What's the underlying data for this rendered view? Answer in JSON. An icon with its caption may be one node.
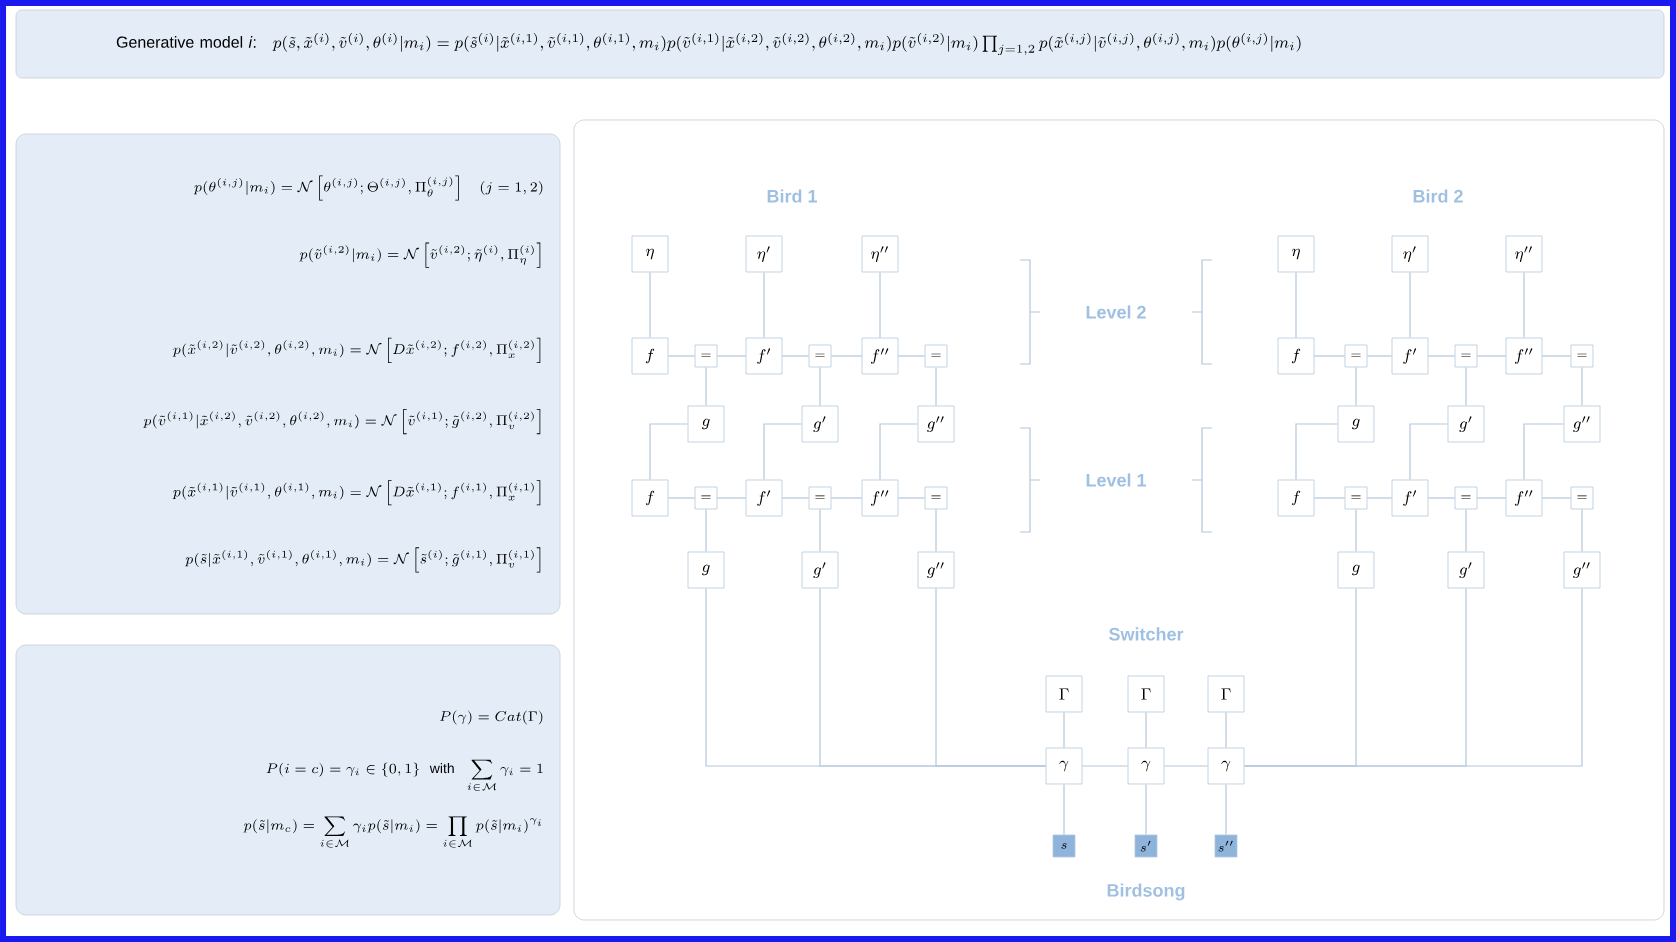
{
  "diagram": {
    "nodes": [
      {
        "text": [
          "Generative model *i*:",
          "p(\\tilde{s},\\tilde{x}^{(i)},\\tilde{v}^{(i)},\\theta^{(i)}|m_i)=p(\\tilde{s}^{(i)}|\\tilde{x}^{(i,1)},\\tilde{v}^{(i,1)},\\theta^{(i,1)},m_i)p(\\tilde{v}^{(i,1)}|\\tilde{x}^{(i,2)},\\tilde{v}^{(i,2)},\\theta^{(i,2)},m_i)p(\\tilde{v}^{(i,2)}|m_i)\\prod_{j=1,2}p(\\tilde{x}^{(i,j)}|\\tilde{v}^{(i,j)},\\theta^{(i,j)},m_i)p(\\theta^{(i,j)}|m_i)"
        ]
      },
      {
        "text": [
          "p(\\theta^{(i,j)}|m_i)=\\mathcal{N}\\left[\\theta^{(i,j)};\\Theta^{(i,j)},\\Pi_\\theta^{(i,j)}\\right]\\quad(j=1,2)",
          "p(\\tilde{v}^{(i,2)}|m_i)=\\mathcal{N}\\left[\\tilde{v}^{(i,2)};\\tilde{\\eta}^{(i)},\\Pi_\\eta^{(i)}\\right]",
          "p(\\tilde{x}^{(i,2)}|\\tilde{v}^{(i,2)},\\theta^{(i,2)},m_i)=\\mathcal{N}\\left[D\\tilde{x}^{(i,2)};f^{(i,2)},\\Pi_x^{(i,2)}\\right]",
          "p(\\tilde{v}^{(i,1)}|\\tilde{x}^{(i,2)},\\tilde{v}^{(i,2)},\\theta^{(i,2)},m_i)=\\mathcal{N}\\left[\\tilde{v}^{(i,1)};\\tilde{g}^{(i,2)},\\Pi_v^{(i,2)}\\right]",
          "p(\\tilde{x}^{(i,1)}|\\tilde{v}^{(i,1)},\\theta^{(i,1)},m_i)=\\mathcal{N}\\left[D\\tilde{x}^{(i,1)};f^{(i,1)},\\Pi_x^{(i,1)}\\right]",
          "p(\\tilde{s}|\\tilde{x}^{(i,1)},\\tilde{v}^{(i,1)},\\theta^{(i,1)},m_i)=\\mathcal{N}\\left[\\tilde{s}^{(i)};\\tilde{g}^{(i,1)},\\Pi_v^{(i,1)}\\right]"
        ]
      },
      {
        "text": [
          "P(\\gamma)=Cat(\\Gamma)",
          "P(i=c)=\\gamma_i\\in\\{0,1\\}\\ \\text{ with }\\ \\sum_{i\\in\\mathcal{M}}\\gamma_i=1",
          "p(\\tilde{s}|m_c)=\\sum_{i\\in\\mathcal{M}}\\gamma_i p(\\tilde{s}|m_i)=\\prod_{i\\in\\mathcal{M}}p(\\tilde{s}|m_i)^{\\gamma_i}"
        ]
      },
      {
        "text": [],
        "shape": "box"
      },
      {
        "text": [
          "\\eta"
        ],
        "in": 3
      },
      {
        "text": [
          "\\eta'"
        ],
        "in": 3
      },
      {
        "text": [
          "\\eta''"
        ],
        "in": 3
      },
      {
        "text": [
          "f"
        ],
        "in": 3
      },
      {
        "text": [
          "="
        ],
        "in": 3
      },
      {
        "text": [
          "f'"
        ],
        "in": 3
      },
      {
        "text": [
          "="
        ],
        "in": 3
      },
      {
        "text": [
          "f''"
        ],
        "in": 3
      },
      {
        "text": [
          "="
        ],
        "in": 3
      },
      {
        "text": [
          "g"
        ],
        "in": 3
      },
      {
        "text": [
          "g'"
        ],
        "in": 3
      },
      {
        "text": [
          "g''"
        ],
        "in": 3
      },
      {
        "text": [
          "f"
        ],
        "in": 3
      },
      {
        "text": [
          "="
        ],
        "in": 3
      },
      {
        "text": [
          "f'"
        ],
        "in": 3
      },
      {
        "text": [
          "="
        ],
        "in": 3
      },
      {
        "text": [
          "f''"
        ],
        "in": 3
      },
      {
        "text": [
          "="
        ],
        "in": 3
      },
      {
        "text": [
          "g"
        ],
        "in": 3
      },
      {
        "text": [
          "g'"
        ],
        "in": 3
      },
      {
        "text": [
          "g''"
        ],
        "in": 3
      },
      {
        "text": [
          "\\eta"
        ],
        "in": 3
      },
      {
        "text": [
          "\\eta'"
        ],
        "in": 3
      },
      {
        "text": [
          "\\eta''"
        ],
        "in": 3
      },
      {
        "text": [
          "f"
        ],
        "in": 3
      },
      {
        "text": [
          "="
        ],
        "in": 3
      },
      {
        "text": [
          "f'"
        ],
        "in": 3
      },
      {
        "text": [
          "="
        ],
        "in": 3
      },
      {
        "text": [
          "f''"
        ],
        "in": 3
      },
      {
        "text": [
          "="
        ],
        "in": 3
      },
      {
        "text": [
          "g"
        ],
        "in": 3
      },
      {
        "text": [
          "g'"
        ],
        "in": 3
      },
      {
        "text": [
          "g''"
        ],
        "in": 3
      },
      {
        "text": [
          "f"
        ],
        "in": 3
      },
      {
        "text": [
          "="
        ],
        "in": 3
      },
      {
        "text": [
          "f'"
        ],
        "in": 3
      },
      {
        "text": [
          "="
        ],
        "in": 3
      },
      {
        "text": [
          "f''"
        ],
        "in": 3
      },
      {
        "text": [
          "="
        ],
        "in": 3
      },
      {
        "text": [
          "g"
        ],
        "in": 3
      },
      {
        "text": [
          "g'"
        ],
        "in": 3
      },
      {
        "text": [
          "g''"
        ],
        "in": 3
      },
      {
        "text": [
          "\\Gamma"
        ],
        "in": 3
      },
      {
        "text": [
          "\\Gamma"
        ],
        "in": 3
      },
      {
        "text": [
          "\\Gamma"
        ],
        "in": 3
      },
      {
        "text": [
          "\\gamma"
        ],
        "in": 3
      },
      {
        "text": [
          "\\gamma"
        ],
        "in": 3
      },
      {
        "text": [
          "\\gamma"
        ],
        "in": 3
      },
      {
        "text": [
          "s"
        ],
        "in": 3
      },
      {
        "text": [
          "s'"
        ],
        "in": 3
      },
      {
        "text": [
          "s''"
        ],
        "in": 3
      }
    ],
    "edges": [
      {
        "from": 4,
        "to": 7,
        "arrow": "none"
      },
      {
        "from": 5,
        "to": 9,
        "arrow": "none"
      },
      {
        "from": 6,
        "to": 11,
        "arrow": "none"
      },
      {
        "from": 7,
        "to": 8,
        "arrow": "none"
      },
      {
        "from": 8,
        "to": 9,
        "arrow": "none"
      },
      {
        "from": 9,
        "to": 10,
        "arrow": "none"
      },
      {
        "from": 10,
        "to": 11,
        "arrow": "none"
      },
      {
        "from": 11,
        "to": 12,
        "arrow": "none"
      },
      {
        "from": 8,
        "to": 13,
        "arrow": "none"
      },
      {
        "from": 10,
        "to": 14,
        "arrow": "none"
      },
      {
        "from": 12,
        "to": 15,
        "arrow": "none"
      },
      {
        "from": 13,
        "to": 16,
        "arrow": "none"
      },
      {
        "from": 14,
        "to": 18,
        "arrow": "none"
      },
      {
        "from": 15,
        "to": 20,
        "arrow": "none"
      },
      {
        "from": 16,
        "to": 17,
        "arrow": "none"
      },
      {
        "from": 17,
        "to": 18,
        "arrow": "none"
      },
      {
        "from": 18,
        "to": 19,
        "arrow": "none"
      },
      {
        "from": 19,
        "to": 20,
        "arrow": "none"
      },
      {
        "from": 20,
        "to": 21,
        "arrow": "none"
      },
      {
        "from": 17,
        "to": 22,
        "arrow": "none"
      },
      {
        "from": 19,
        "to": 23,
        "arrow": "none"
      },
      {
        "from": 21,
        "to": 24,
        "arrow": "none"
      },
      {
        "from": 22,
        "to": 49,
        "arrow": "none"
      },
      {
        "from": 23,
        "to": 49,
        "arrow": "none"
      },
      {
        "from": 24,
        "to": 49,
        "arrow": "none"
      },
      {
        "from": 25,
        "to": 28,
        "arrow": "none"
      },
      {
        "from": 26,
        "to": 30,
        "arrow": "none"
      },
      {
        "from": 27,
        "to": 32,
        "arrow": "none"
      },
      {
        "from": 28,
        "to": 29,
        "arrow": "none"
      },
      {
        "from": 29,
        "to": 30,
        "arrow": "none"
      },
      {
        "from": 30,
        "to": 31,
        "arrow": "none"
      },
      {
        "from": 31,
        "to": 32,
        "arrow": "none"
      },
      {
        "from": 32,
        "to": 33,
        "arrow": "none"
      },
      {
        "from": 29,
        "to": 34,
        "arrow": "none"
      },
      {
        "from": 31,
        "to": 35,
        "arrow": "none"
      },
      {
        "from": 33,
        "to": 36,
        "arrow": "none"
      },
      {
        "from": 34,
        "to": 37,
        "arrow": "none"
      },
      {
        "from": 35,
        "to": 39,
        "arrow": "none"
      },
      {
        "from": 36,
        "to": 41,
        "arrow": "none"
      },
      {
        "from": 37,
        "to": 38,
        "arrow": "none"
      },
      {
        "from": 38,
        "to": 39,
        "arrow": "none"
      },
      {
        "from": 39,
        "to": 40,
        "arrow": "none"
      },
      {
        "from": 40,
        "to": 41,
        "arrow": "none"
      },
      {
        "from": 41,
        "to": 42,
        "arrow": "none"
      },
      {
        "from": 38,
        "to": 43,
        "arrow": "none"
      },
      {
        "from": 40,
        "to": 44,
        "arrow": "none"
      },
      {
        "from": 42,
        "to": 45,
        "arrow": "none"
      },
      {
        "from": 43,
        "to": 51,
        "arrow": "none"
      },
      {
        "from": 44,
        "to": 51,
        "arrow": "none"
      },
      {
        "from": 45,
        "to": 51,
        "arrow": "none"
      },
      {
        "from": 46,
        "to": 49,
        "arrow": "none"
      },
      {
        "from": 47,
        "to": 50,
        "arrow": "none"
      },
      {
        "from": 48,
        "to": 51,
        "arrow": "none"
      },
      {
        "from": 49,
        "to": 52,
        "arrow": "none"
      },
      {
        "from": 50,
        "to": 53,
        "arrow": "none"
      },
      {
        "from": 51,
        "to": 54,
        "arrow": "none"
      },
      {
        "from": 49,
        "to": 50,
        "arrow": "none"
      },
      {
        "from": 50,
        "to": 51,
        "arrow": "none"
      }
    ],
    "labels": [
      "Bird 1",
      "Bird 2",
      "Level 2",
      "Level 1",
      "Switcher",
      "Birdsong"
    ]
  }
}
